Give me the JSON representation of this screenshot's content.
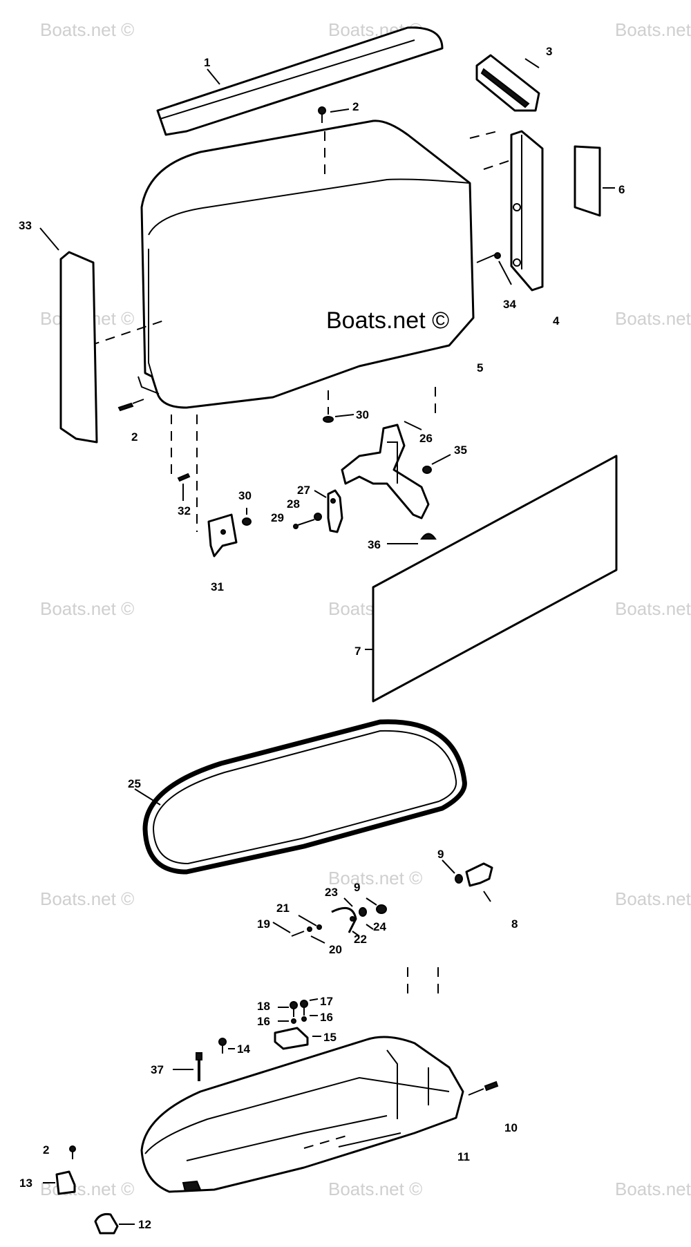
{
  "watermark_text": "Boats.net ©",
  "brand_text": "Boats.net ©",
  "labels": {
    "l1": "1",
    "l2a": "2",
    "l2b": "2",
    "l2c": "2",
    "l3": "3",
    "l4": "4",
    "l5": "5",
    "l6": "6",
    "l7": "7",
    "l8": "8",
    "l9a": "9",
    "l9b": "9",
    "l10": "10",
    "l11": "11",
    "l12": "12",
    "l13": "13",
    "l14": "14",
    "l15": "15",
    "l16a": "16",
    "l16b": "16",
    "l17": "17",
    "l18": "18",
    "l19": "19",
    "l20": "20",
    "l21": "21",
    "l22": "22",
    "l23": "23",
    "l24": "24",
    "l25": "25",
    "l26": "26",
    "l27": "27",
    "l28": "28",
    "l29": "29",
    "l30a": "30",
    "l30b": "30",
    "l31": "31",
    "l32": "32",
    "l33": "33",
    "l34": "34",
    "l35": "35",
    "l36": "36",
    "l37": "37"
  }
}
